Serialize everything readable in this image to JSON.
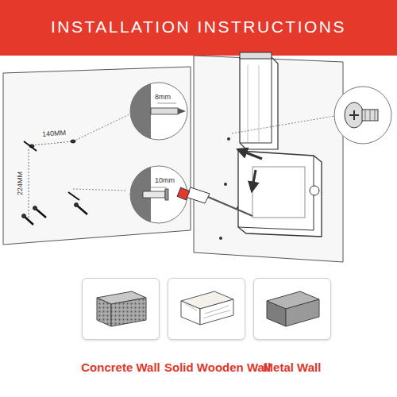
{
  "diagram": {
    "title": "INSTALLATION INSTRUCTIONS",
    "nodes": [
      {
        "text": [
          "Concrete Wall"
        ]
      },
      {
        "text": [
          "Solid Wooden Wall"
        ]
      },
      {
        "text": [
          "Metal Wall"
        ]
      }
    ],
    "labels": [
      "140MM",
      "224MM",
      "8mm",
      "10mm"
    ]
  }
}
